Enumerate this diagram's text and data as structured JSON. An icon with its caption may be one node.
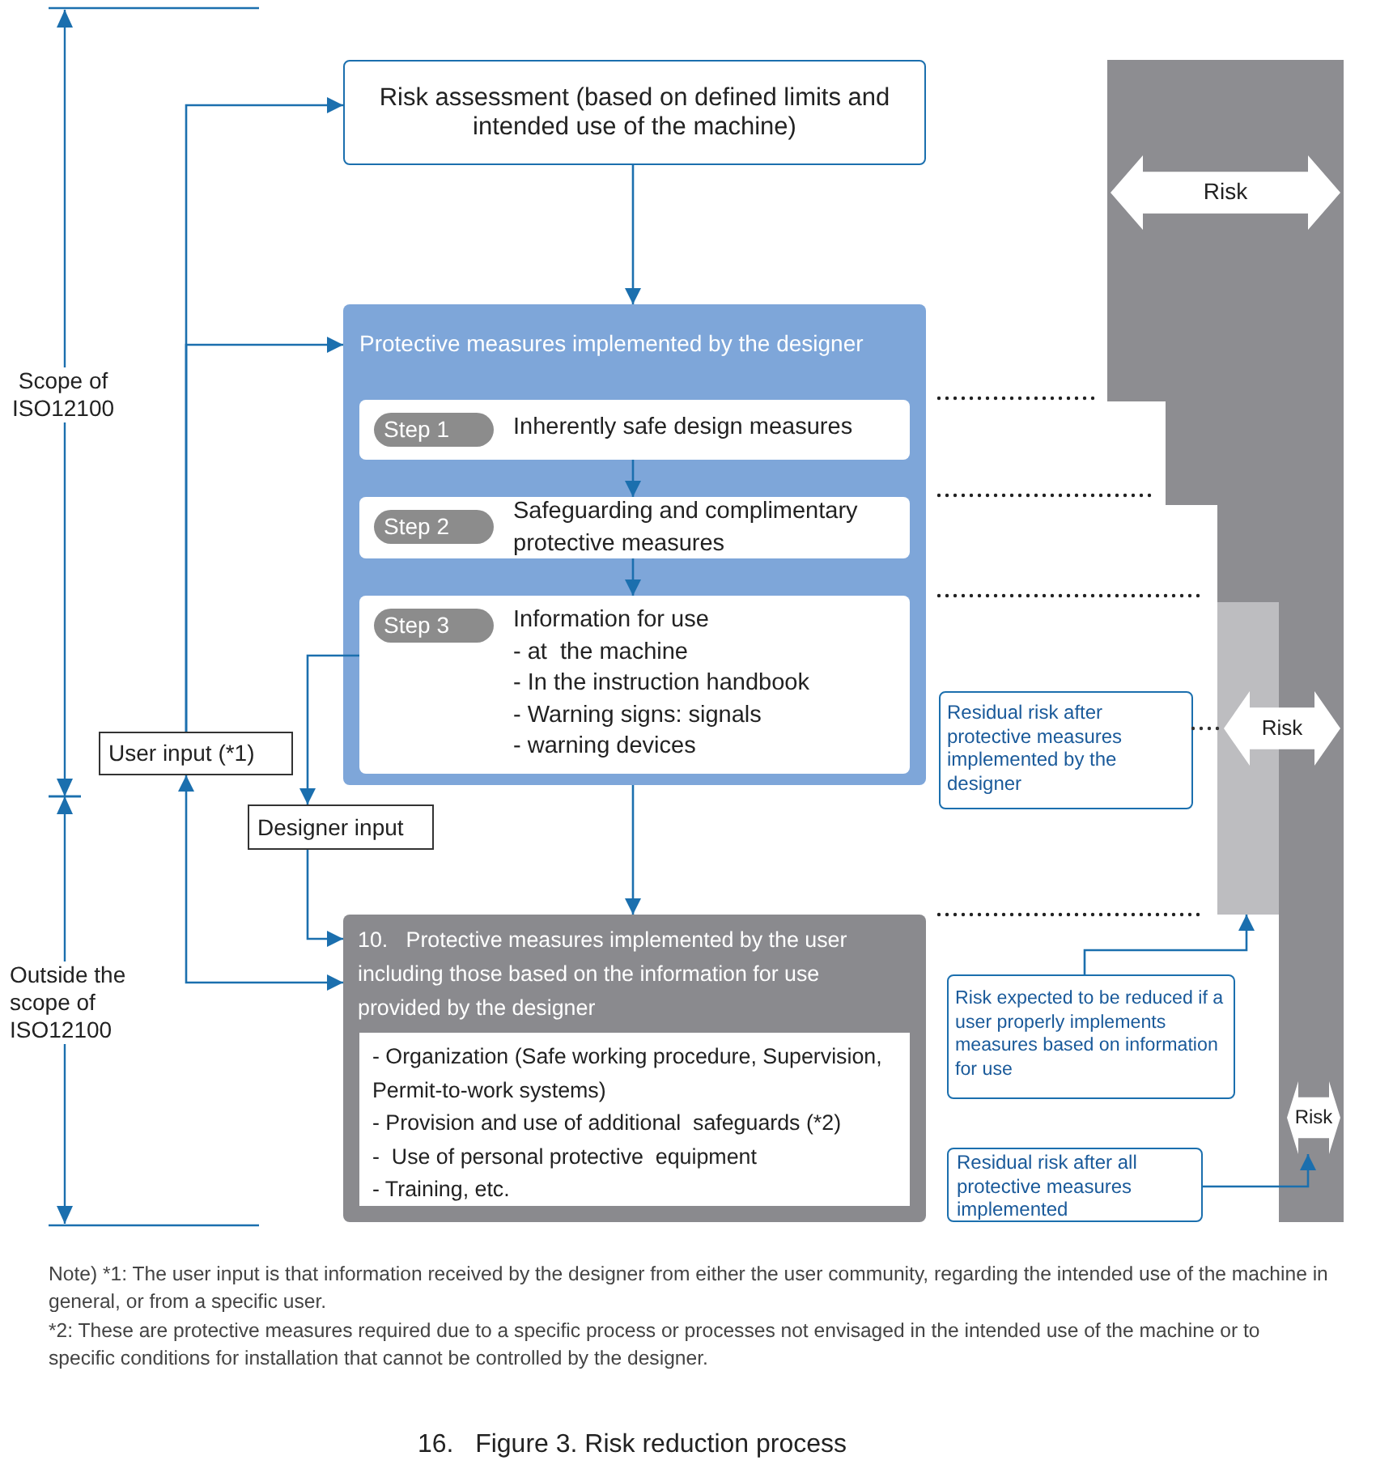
{
  "diagram": {
    "caption": "16.   Figure 3. Risk reduction process",
    "nodes": [
      {
        "text": [
          "Risk assessment (based on defined limits and intended use of the machine)"
        ]
      },
      {
        "text": [
          "Protective measures implemented by the designer"
        ]
      },
      {
        "text": [
          "Step 1",
          "Inherently safe design measures"
        ],
        "in": 1
      },
      {
        "text": [
          "Step 2",
          "Safeguarding and complimentary protective measures"
        ],
        "in": 1
      },
      {
        "text": [
          "Step 3",
          "Information for use",
          "- at  the machine",
          "- In the instruction handbook",
          "- Warning signs: signals",
          "- warning devices"
        ],
        "in": 1
      },
      {
        "text": [
          "User input (*1)"
        ]
      },
      {
        "text": [
          "Designer input"
        ]
      },
      {
        "text": [
          "10.   Protective measures implemented by the user including those based on the information for use provided by the designer"
        ]
      },
      {
        "text": [
          "- Organization (Safe working procedure, Supervision, Permit-to-work systems)",
          "- Provision and use of additional  safeguards (*2)",
          "-  Use of personal protective  equipment",
          "- Training, etc."
        ],
        "in": 7
      },
      {
        "text": [
          "Residual risk after protective measures implemented by the designer"
        ]
      },
      {
        "text": [
          "Risk expected to be reduced if a user properly implements measures based on information for use"
        ]
      },
      {
        "text": [
          "Residual risk after all protective measures implemented"
        ]
      },
      {
        "text": [
          "Risk"
        ]
      },
      {
        "text": [
          "Risk"
        ]
      },
      {
        "text": [
          "Risk"
        ]
      },
      {
        "text": [],
        "shape": "bar"
      }
    ],
    "edges": [
      {
        "from": 0,
        "to": 1,
        "arrow": "to"
      },
      {
        "from": 2,
        "to": 3,
        "arrow": "to"
      },
      {
        "from": 3,
        "to": 4,
        "arrow": "to"
      },
      {
        "from": 1,
        "to": 7,
        "arrow": "to"
      },
      {
        "from": 5,
        "to": 0,
        "arrow": "to"
      },
      {
        "from": 5,
        "to": 1,
        "arrow": "to"
      },
      {
        "from": 5,
        "to": 7,
        "arrow": "both"
      },
      {
        "from": 4,
        "to": 6,
        "arrow": "to"
      },
      {
        "from": 6,
        "to": 7,
        "arrow": "to"
      },
      {
        "from": 9,
        "to": 13,
        "arrow": "none",
        "style": "dashed",
        "color": "#333333"
      },
      {
        "from": 10,
        "to": 15,
        "arrow": "to"
      },
      {
        "from": 11,
        "to": 14,
        "arrow": "to"
      }
    ],
    "labels": [
      "Scope of ISO12100",
      "Outside the scope of ISO12100",
      "Note) *1: The user input is that information received by the designer from either the user community, regarding the intended use of the machine in general, or from a specific user.",
      "*2: These are protective measures required due to a specific process or processes not envisaged in the intended use of the machine or to specific conditions for installation that cannot be controlled by the designer."
    ]
  }
}
